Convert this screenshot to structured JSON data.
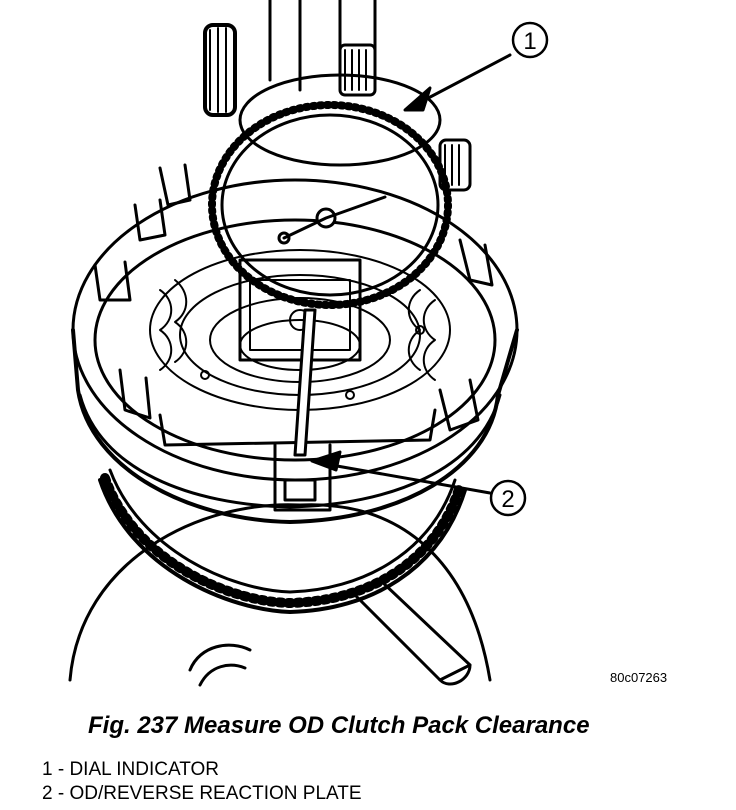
{
  "figure": {
    "reference_code": "80c07263",
    "caption": "Fig. 237 Measure OD Clutch Pack Clearance",
    "callouts": [
      {
        "number": "1"
      },
      {
        "number": "2"
      }
    ],
    "legend": [
      {
        "text": "1 - DIAL INDICATOR"
      },
      {
        "text": "2 - OD/REVERSE REACTION PLATE"
      }
    ]
  }
}
